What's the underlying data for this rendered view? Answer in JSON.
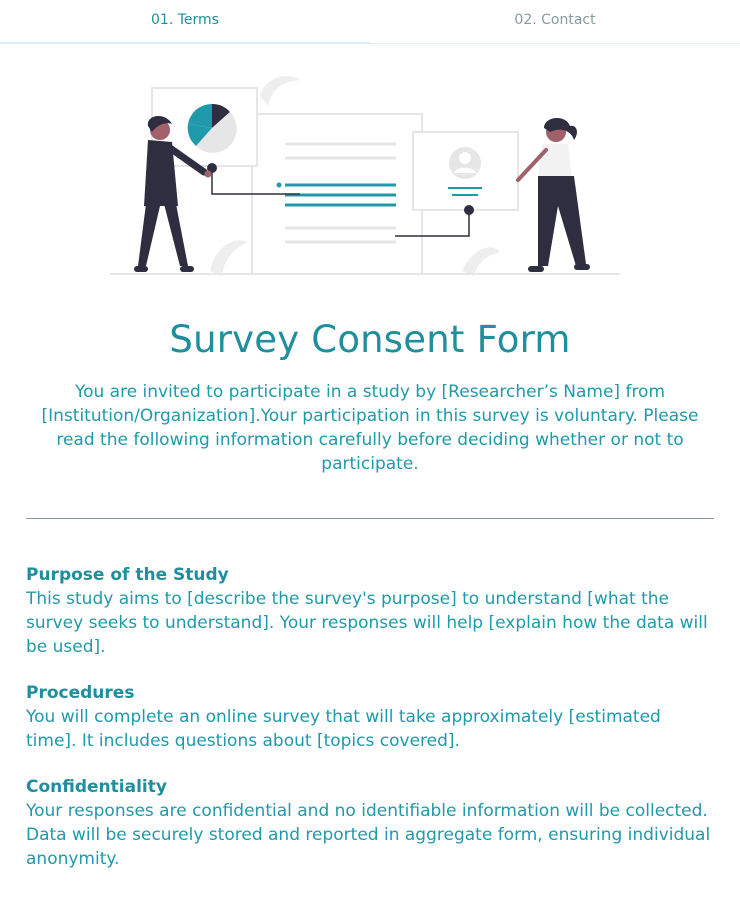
{
  "tabs": [
    {
      "label": "01. Terms",
      "active": true
    },
    {
      "label": "02. Contact",
      "active": false
    }
  ],
  "title": "Survey Consent Form",
  "intro": "You are invited to participate in a study by [Researcher’s Name] from [Institution/Organization].Your participation in this survey is voluntary. Please read the following information carefully before deciding whether or not to participate.",
  "sections": [
    {
      "heading": "Purpose of the Study",
      "body": "This study aims to [describe the survey's purpose] to understand [what the survey seeks to understand]. Your responses will help [explain how the data will be used]."
    },
    {
      "heading": "Procedures",
      "body": "You will complete an online survey that will take approximately [estimated time]. It includes questions about [topics covered]."
    },
    {
      "heading": "Confidentiality",
      "body": "Your responses are confidential and no identifiable information will be collected. Data will be securely stored and reported in aggregate form, ensuring individual anonymity."
    }
  ],
  "colors": {
    "accent": "#1f8e9d",
    "text": "#1f9aaa",
    "illustration_dark": "#2f2e41",
    "illustration_light": "#e6e6e6",
    "skin": "#a0616a"
  },
  "icons": [
    "pie-chart-icon",
    "user-avatar-icon"
  ]
}
